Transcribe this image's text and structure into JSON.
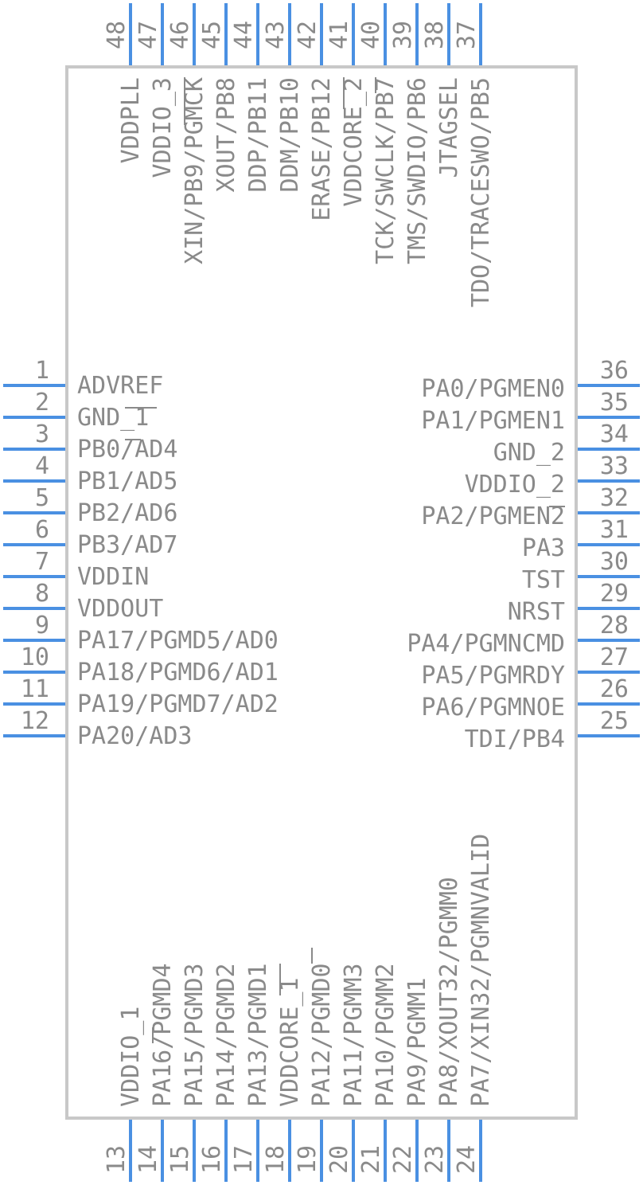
{
  "colors": {
    "pin": "#4a90e2",
    "body_stroke": "#c8c8c8",
    "text": "#8a8a8a"
  },
  "pins": {
    "left": [
      {
        "num": "1",
        "name": "ADVREF"
      },
      {
        "num": "2",
        "name": "GND_1"
      },
      {
        "num": "3",
        "name": "PB0/AD4"
      },
      {
        "num": "4",
        "name": "PB1/AD5"
      },
      {
        "num": "5",
        "name": "PB2/AD6"
      },
      {
        "num": "6",
        "name": "PB3/AD7"
      },
      {
        "num": "7",
        "name": "VDDIN"
      },
      {
        "num": "8",
        "name": "VDDOUT"
      },
      {
        "num": "9",
        "name": "PA17/PGMD5/AD0"
      },
      {
        "num": "10",
        "name": "PA18/PGMD6/AD1"
      },
      {
        "num": "11",
        "name": "PA19/PGMD7/AD2"
      },
      {
        "num": "12",
        "name": "PA20/AD3"
      }
    ],
    "right": [
      {
        "num": "36",
        "name": "PA0/PGMEN0"
      },
      {
        "num": "35",
        "name": "PA1/PGMEN1"
      },
      {
        "num": "34",
        "name": "GND_2"
      },
      {
        "num": "33",
        "name": "VDDIO_2"
      },
      {
        "num": "32",
        "name": "PA2/PGMEN2"
      },
      {
        "num": "31",
        "name": "PA3"
      },
      {
        "num": "30",
        "name": "TST"
      },
      {
        "num": "29",
        "name": "NRST"
      },
      {
        "num": "28",
        "name": "PA4/PGMNCMD"
      },
      {
        "num": "27",
        "name": "PA5/PGMRDY"
      },
      {
        "num": "26",
        "name": "PA6/PGMNOE"
      },
      {
        "num": "25",
        "name": "TDI/PB4"
      }
    ],
    "top": [
      {
        "num": "48",
        "name": "VDDPLL"
      },
      {
        "num": "47",
        "name": "VDDIO_3"
      },
      {
        "num": "46",
        "name": "XIN/PB9/PGMCK"
      },
      {
        "num": "45",
        "name": "XOUT/PB8"
      },
      {
        "num": "44",
        "name": "DDP/PB11"
      },
      {
        "num": "43",
        "name": "DDM/PB10"
      },
      {
        "num": "42",
        "name": "ERASE/PB12"
      },
      {
        "num": "41",
        "name": "VDDCORE_2"
      },
      {
        "num": "40",
        "name": "TCK/SWCLK/PB7"
      },
      {
        "num": "39",
        "name": "TMS/SWDIO/PB6"
      },
      {
        "num": "38",
        "name": "JTAGSEL"
      },
      {
        "num": "37",
        "name": "TDO/TRACESWO/PB5"
      }
    ],
    "bottom": [
      {
        "num": "13",
        "name": "VDDIO_1"
      },
      {
        "num": "14",
        "name": "PA16/PGMD4"
      },
      {
        "num": "15",
        "name": "PA15/PGMD3"
      },
      {
        "num": "16",
        "name": "PA14/PGMD2"
      },
      {
        "num": "17",
        "name": "PA13/PGMD1"
      },
      {
        "num": "18",
        "name": "VDDCORE_1"
      },
      {
        "num": "19",
        "name": "PA12/PGMD0"
      },
      {
        "num": "20",
        "name": "PA11/PGMM3"
      },
      {
        "num": "21",
        "name": "PA10/PGMM2"
      },
      {
        "num": "22",
        "name": "PA9/PGMM1"
      },
      {
        "num": "23",
        "name": "PA8/XOUT32/PGMM0"
      },
      {
        "num": "24",
        "name": "PA7/XIN32/PGMNVALID"
      }
    ]
  }
}
